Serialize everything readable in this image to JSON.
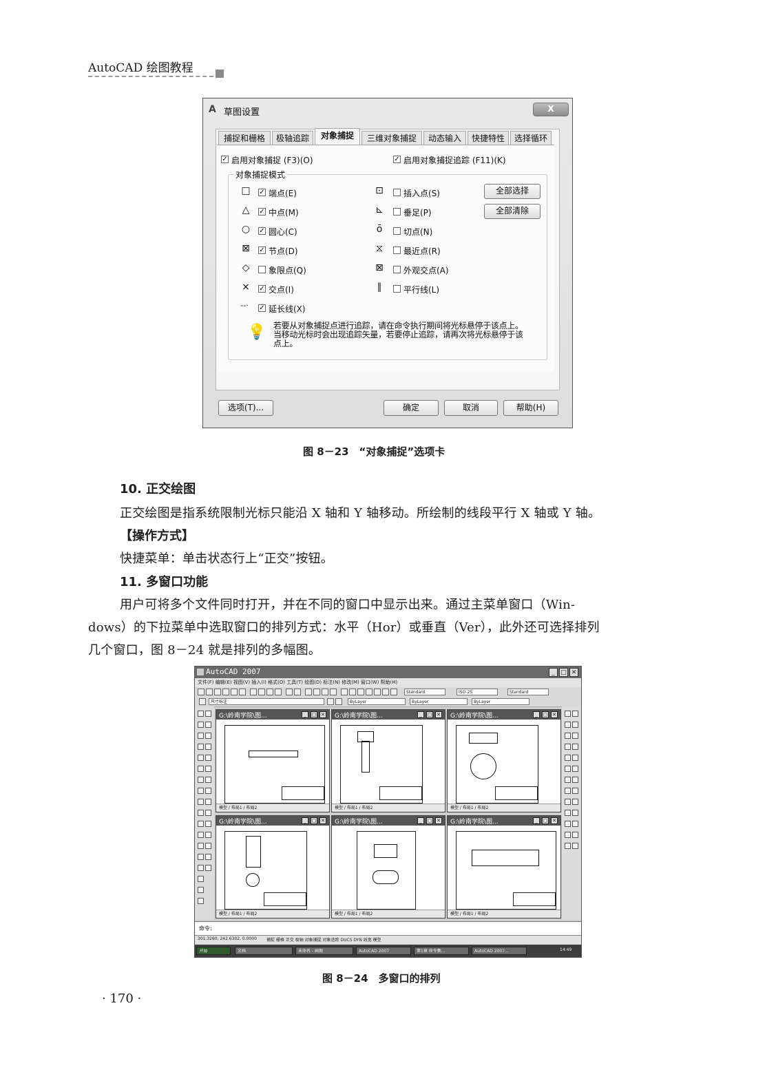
{
  "header": {
    "title": "AutoCAD 绘图教程"
  },
  "dialog": {
    "title": "草图设置",
    "close": "X",
    "tabs": [
      "捕捉和栅格",
      "极轴追踪",
      "对象捕捉",
      "三维对象捕捉",
      "动态输入",
      "快捷特性",
      "选择循环"
    ],
    "enable_snap": "启用对象捕捉 (F3)(O)",
    "enable_tracking": "启用对象捕捉追踪 (F11)(K)",
    "modes_legend": "对象捕捉模式",
    "modes_left": [
      {
        "symbol": "□",
        "label": "端点(E)",
        "checked": true
      },
      {
        "symbol": "△",
        "label": "中点(M)",
        "checked": true
      },
      {
        "symbol": "○",
        "label": "圆心(C)",
        "checked": true
      },
      {
        "symbol": "⊠",
        "label": "节点(D)",
        "checked": true
      },
      {
        "symbol": "◇",
        "label": "象限点(Q)",
        "checked": false
      },
      {
        "symbol": "×",
        "label": "交点(I)",
        "checked": true
      },
      {
        "symbol": "--·",
        "label": "延长线(X)",
        "checked": true
      }
    ],
    "modes_right": [
      {
        "symbol": "⊡",
        "label": "插入点(S)",
        "checked": false
      },
      {
        "symbol": "⊾",
        "label": "垂足(P)",
        "checked": false
      },
      {
        "symbol": "ō",
        "label": "切点(N)",
        "checked": false
      },
      {
        "symbol": "⧖",
        "label": "最近点(R)",
        "checked": false
      },
      {
        "symbol": "⊠",
        "label": "外观交点(A)",
        "checked": false
      },
      {
        "symbol": "∥",
        "label": "平行线(L)",
        "checked": false
      }
    ],
    "select_all": "全部选择",
    "clear_all": "全部清除",
    "tip": "若要从对象捕捉点进行追踪，请在命令执行期间将光标悬停于该点上。当移动光标时会出现追踪矢量，若要停止追踪，请再次将光标悬停于该点上。",
    "options_button": "选项(T)...",
    "ok_button": "确定",
    "cancel_button": "取消",
    "help_button": "帮助(H)"
  },
  "figure_8_23_caption": "图 8－23　“对象捕捉”选项卡",
  "section10": {
    "heading": "10. 正交绘图",
    "body": "正交绘图是指系统限制光标只能沿 X 轴和 Y 轴移动。所绘制的线段平行 X 轴或 Y 轴。",
    "method_heading": "【操作方式】",
    "method_body": "快捷菜单：单击状态行上“正交”按钮。"
  },
  "section11": {
    "heading": "11. 多窗口功能",
    "line1": "用户可将多个文件同时打开，并在不同的窗口中显示出来。通过主菜单窗口（Win-",
    "line2": "dows）的下拉菜单中选取窗口的排列方式：水平（Hor）或垂直（Ver），此外还可选择排列",
    "line3": "几个窗口，图 8－24 就是排列的多幅图。"
  },
  "autocad": {
    "title": "AutoCAD 2007",
    "menu": "文件(F)  编辑(E)  视图(V)  插入(I)  格式(O)  工具(T)  绘图(D)  标注(N)  修改(M)  窗口(W)  帮助(H)",
    "style_field": "Standard",
    "dimstyle_field": "ISO-25",
    "layer_field": "尺寸标注",
    "color_field": "ByLayer",
    "linetype_field": "ByLayer",
    "lineweight_field": "ByLayer",
    "window_title": "G:\\岭南学院\\图...",
    "layout_tabs": "模型 / 布局1 / 布局2",
    "command_label": "命令:",
    "coords": "301.3260, 242.6302, 0.0000",
    "status_items": "捕捉 栅格 正交 极轴 对象捕捉 对象追踪 DUCS DYN 线宽 模型",
    "taskbar_start": "开始",
    "taskbar_items": [
      "文档",
      "未命名 - 画图",
      "AutoCAD 2007",
      "第1章 命令集...",
      "AutoCAD 2007..."
    ],
    "clock": "14:49"
  },
  "figure_8_24_caption": "图 8－24　多窗口的排列",
  "page_number": "· 170 ·"
}
